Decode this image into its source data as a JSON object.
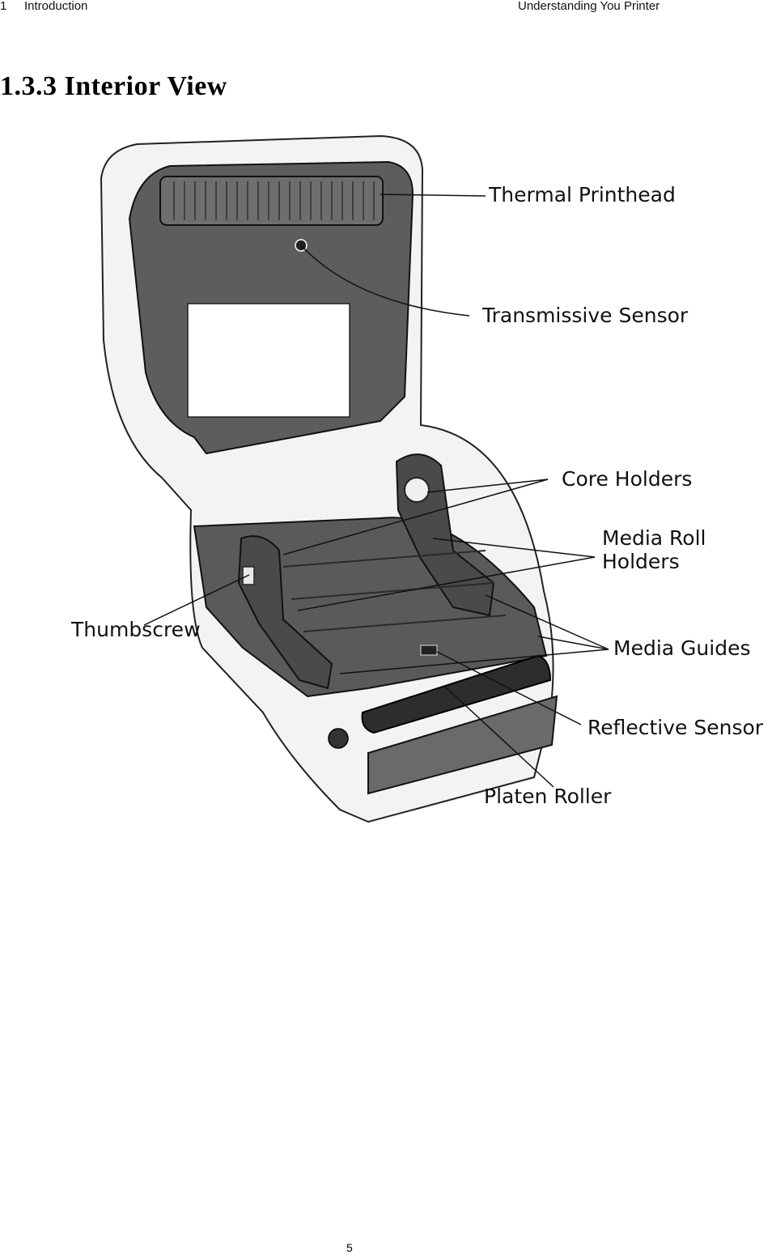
{
  "header": {
    "chapter_number": "1",
    "chapter_title": "Introduction",
    "running_title": "Understanding You Printer"
  },
  "section": {
    "title": "1.3.3  Interior View"
  },
  "figure": {
    "labels": {
      "thermal_printhead": "Thermal Printhead",
      "transmissive_sensor": "Transmissive Sensor",
      "core_holders": "Core Holders",
      "media_roll_holders_line1": "Media Roll",
      "media_roll_holders_line2": "Holders",
      "thumbscrew": "Thumbscrew",
      "media_guides": "Media Guides",
      "reflective_sensor": "Reflective Sensor",
      "platen_roller": "Platen Roller"
    }
  },
  "footer": {
    "page_number": "5"
  }
}
